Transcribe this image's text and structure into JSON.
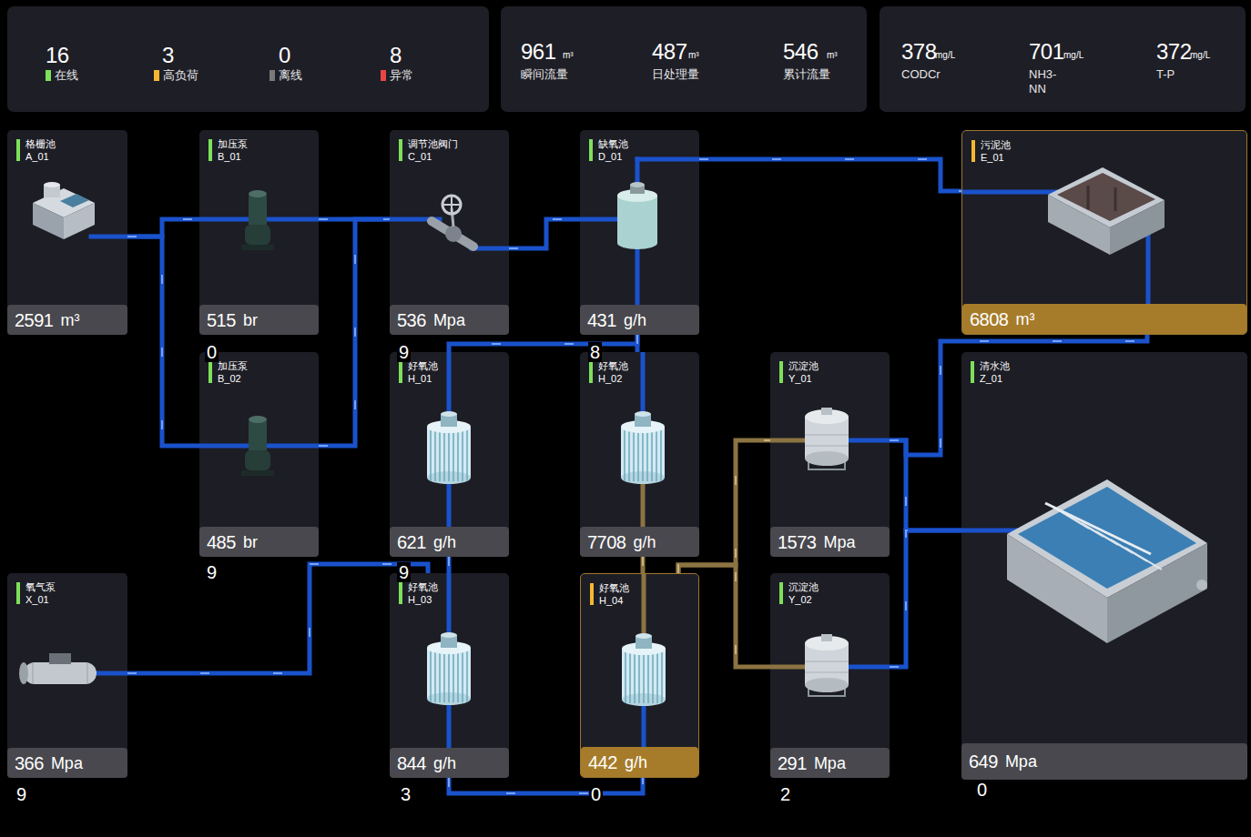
{
  "diagram": {
    "nodes": [
      {
        "text": [
          "16",
          "3",
          "0",
          "8"
        ]
      },
      {
        "text": [
          "961",
          "m³",
          "瞬间流量",
          "487",
          "m³",
          "日处理量",
          "546",
          "m³",
          "累计流量"
        ]
      },
      {
        "text": [
          "378",
          "mg/L",
          "CODCr",
          "701",
          "mg/L",
          "NH3- NN",
          "372",
          "mg/L",
          "T-P"
        ]
      },
      {
        "text": [
          "格栅池",
          "A_01",
          "2591",
          "m³"
        ]
      },
      {
        "text": [
          "加压泵",
          "B_01",
          "515",
          "br"
        ]
      },
      {
        "text": [
          "调节池阀门",
          "C_01",
          "536",
          "Mpa"
        ]
      },
      {
        "text": [
          "缺氧池",
          "D_01",
          "431",
          "g/h"
        ]
      },
      {
        "text": [
          "污泥池",
          "E_01",
          "6808",
          "m³"
        ]
      },
      {
        "text": [
          "加压泵",
          "B_02",
          "485",
          "br"
        ]
      },
      {
        "text": [
          "好氧池",
          "H_01",
          "621",
          "g/h"
        ]
      },
      {
        "text": [
          "好氧池",
          "H_02",
          "7708",
          "g/h"
        ]
      },
      {
        "text": [
          "沉淀池",
          "Y_01",
          "1573",
          "Mpa"
        ]
      },
      {
        "text": [
          "清水池",
          "Z_01",
          "649",
          "Mpa"
        ]
      },
      {
        "text": [
          "氧气泵",
          "X_01",
          "366",
          "Mpa"
        ]
      },
      {
        "text": [
          "好氧池",
          "H_03",
          "844",
          "g/h"
        ]
      },
      {
        "text": [
          "好氧池",
          "H_04",
          "442",
          "g/h"
        ]
      },
      {
        "text": [
          "沉淀池",
          "Y_02",
          "291",
          "Mpa"
        ]
      }
    ],
    "edges": [
      {
        "from": 3,
        "to": 4,
        "arrow": "none"
      },
      {
        "from": 3,
        "to": 8,
        "arrow": "none"
      },
      {
        "from": 4,
        "to": 5,
        "arrow": "none"
      },
      {
        "from": 8,
        "to": 5,
        "arrow": "none"
      },
      {
        "from": 5,
        "to": 6,
        "arrow": "none"
      },
      {
        "from": 6,
        "to": 7,
        "arrow": "none"
      },
      {
        "from": 6,
        "to": 9,
        "arrow": "none"
      },
      {
        "from": 6,
        "to": 10,
        "arrow": "none"
      },
      {
        "from": 9,
        "to": 14,
        "arrow": "none"
      },
      {
        "from": 13,
        "to": 14,
        "arrow": "none"
      },
      {
        "from": 10,
        "to": 15,
        "arrow": "none"
      },
      {
        "from": 14,
        "to": 15,
        "arrow": "none"
      },
      {
        "from": 15,
        "to": 11,
        "arrow": "none"
      },
      {
        "from": 15,
        "to": 16,
        "arrow": "none"
      },
      {
        "from": 11,
        "to": 12,
        "arrow": "none"
      },
      {
        "from": 16,
        "to": 12,
        "arrow": "none"
      },
      {
        "from": 11,
        "to": 7,
        "arrow": "none"
      }
    ],
    "labels": [
      "0",
      "9",
      "8",
      "9",
      "9",
      "9",
      "3",
      "0",
      "2",
      "0"
    ],
    "legend": [
      {
        "text": "在线",
        "color": "#7ee05a"
      },
      {
        "text": "高负荷",
        "color": "#f5b731"
      },
      {
        "text": "离线",
        "color": "#7a7a7a"
      },
      {
        "text": "异常",
        "color": "#e84545"
      }
    ]
  }
}
